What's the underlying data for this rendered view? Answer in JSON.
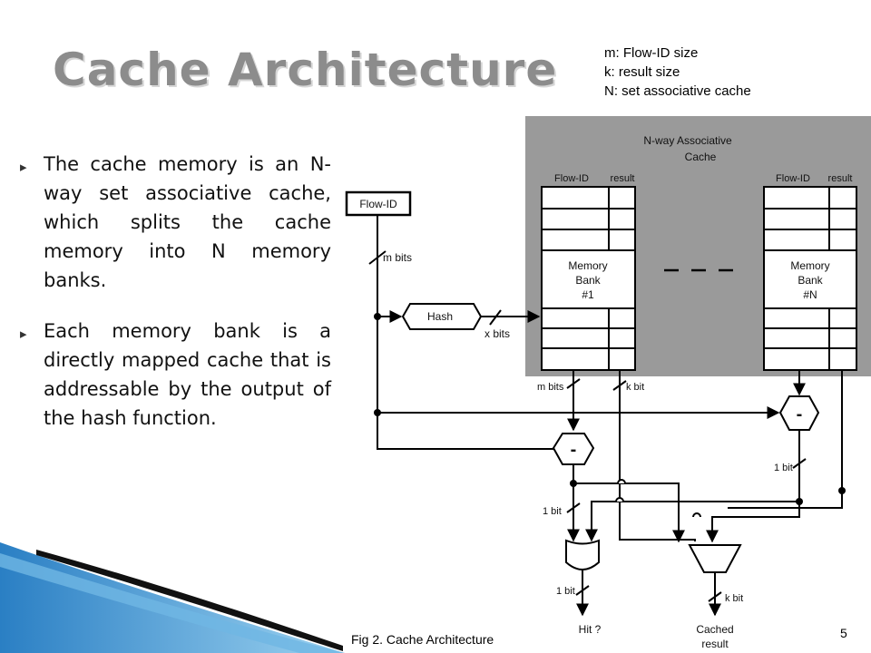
{
  "slide": {
    "title": "Cache Architecture",
    "legend": [
      "m: Flow-ID size",
      "k: result size",
      "N: set associative cache"
    ],
    "bullets": [
      "The cache memory is an N-way set associative cache, which splits the cache memory into N memory banks.",
      "Each memory bank is a directly mapped cache that is addressable by the output of the hash function."
    ],
    "caption": "Fig 2. Cache Architecture",
    "page_number": "5"
  },
  "diagram": {
    "assoc_label_line1": "N-way Associative",
    "assoc_label_line2": "Cache",
    "flow_id_box": "Flow-ID",
    "bank1": {
      "col1": "Flow-ID",
      "col2": "result",
      "line1": "Memory",
      "line2": "Bank",
      "line3": "#1"
    },
    "bankN": {
      "col1": "Flow-ID",
      "col2": "result",
      "line1": "Memory",
      "line2": "Bank",
      "line3": "#N"
    },
    "hash_label": "Hash",
    "m_bits_top": "m bits",
    "x_bits": "x bits",
    "m_bits_bank": "m bits",
    "k_bit_bank": "k bit",
    "one_bit_left": "1 bit",
    "one_bit_right": "1 bit",
    "one_bit_hit": "1 bit",
    "k_bit_out": "k bit",
    "subtract_symbol": "-",
    "hit_label": "Hit ?",
    "cached_line1": "Cached",
    "cached_line2": "result",
    "colors": {
      "gray_panel": "#9a9a9a",
      "title_gray": "#8c8c8c",
      "swoosh_blue": "#3a8fd0"
    }
  }
}
